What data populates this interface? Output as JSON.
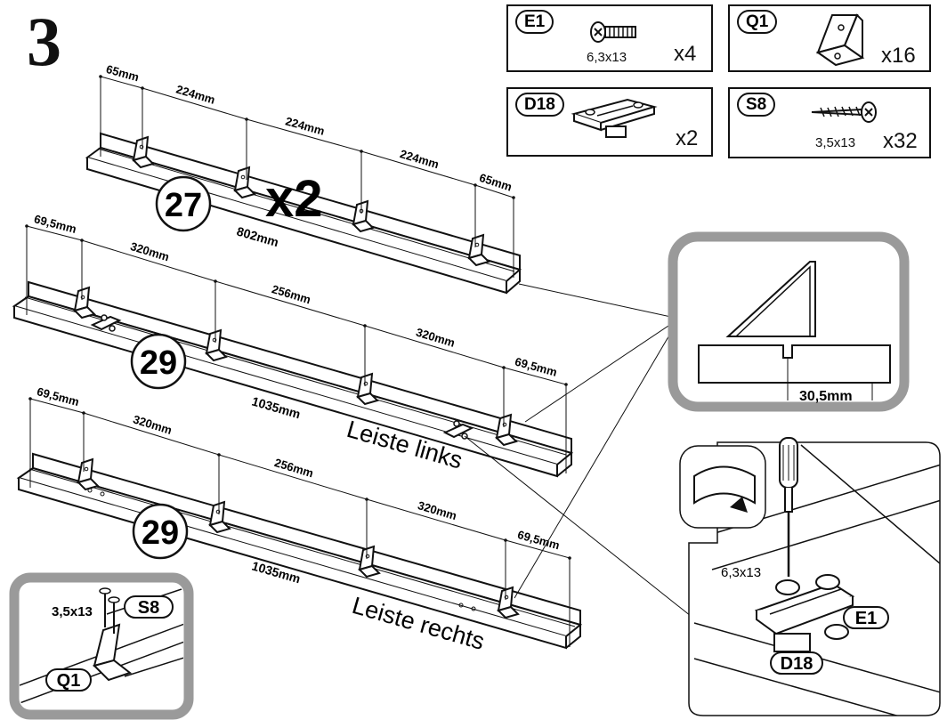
{
  "step": {
    "number": "3"
  },
  "parts": [
    {
      "code": "E1",
      "size": "6,3x13",
      "qty": "x4",
      "icon": "machine-screw"
    },
    {
      "code": "Q1",
      "size": "",
      "qty": "x16",
      "icon": "angle-bracket"
    },
    {
      "code": "D18",
      "size": "",
      "qty": "x2",
      "icon": "rail-connector"
    },
    {
      "code": "S8",
      "size": "3,5x13",
      "qty": "x32",
      "icon": "wood-screw"
    }
  ],
  "boards": [
    {
      "part_no": "27",
      "multiplier": "x2",
      "length": "802mm",
      "spacings": [
        "65mm",
        "224mm",
        "224mm",
        "224mm",
        "65mm"
      ],
      "name": ""
    },
    {
      "part_no": "29",
      "multiplier": "",
      "length": "1035mm",
      "spacings": [
        "69,5mm",
        "320mm",
        "256mm",
        "320mm",
        "69,5mm"
      ],
      "name": "Leiste links"
    },
    {
      "part_no": "29",
      "multiplier": "",
      "length": "1035mm",
      "spacings": [
        "69,5mm",
        "320mm",
        "256mm",
        "320mm",
        "69,5mm"
      ],
      "name": "Leiste rechts"
    }
  ],
  "details": {
    "edge_offset": "30,5mm",
    "screw_detail": {
      "size": "6,3x13",
      "screw_code": "E1",
      "connector_code": "D18"
    },
    "bracket_detail": {
      "size": "3,5x13",
      "screw_code": "S8",
      "bracket_code": "Q1"
    }
  }
}
